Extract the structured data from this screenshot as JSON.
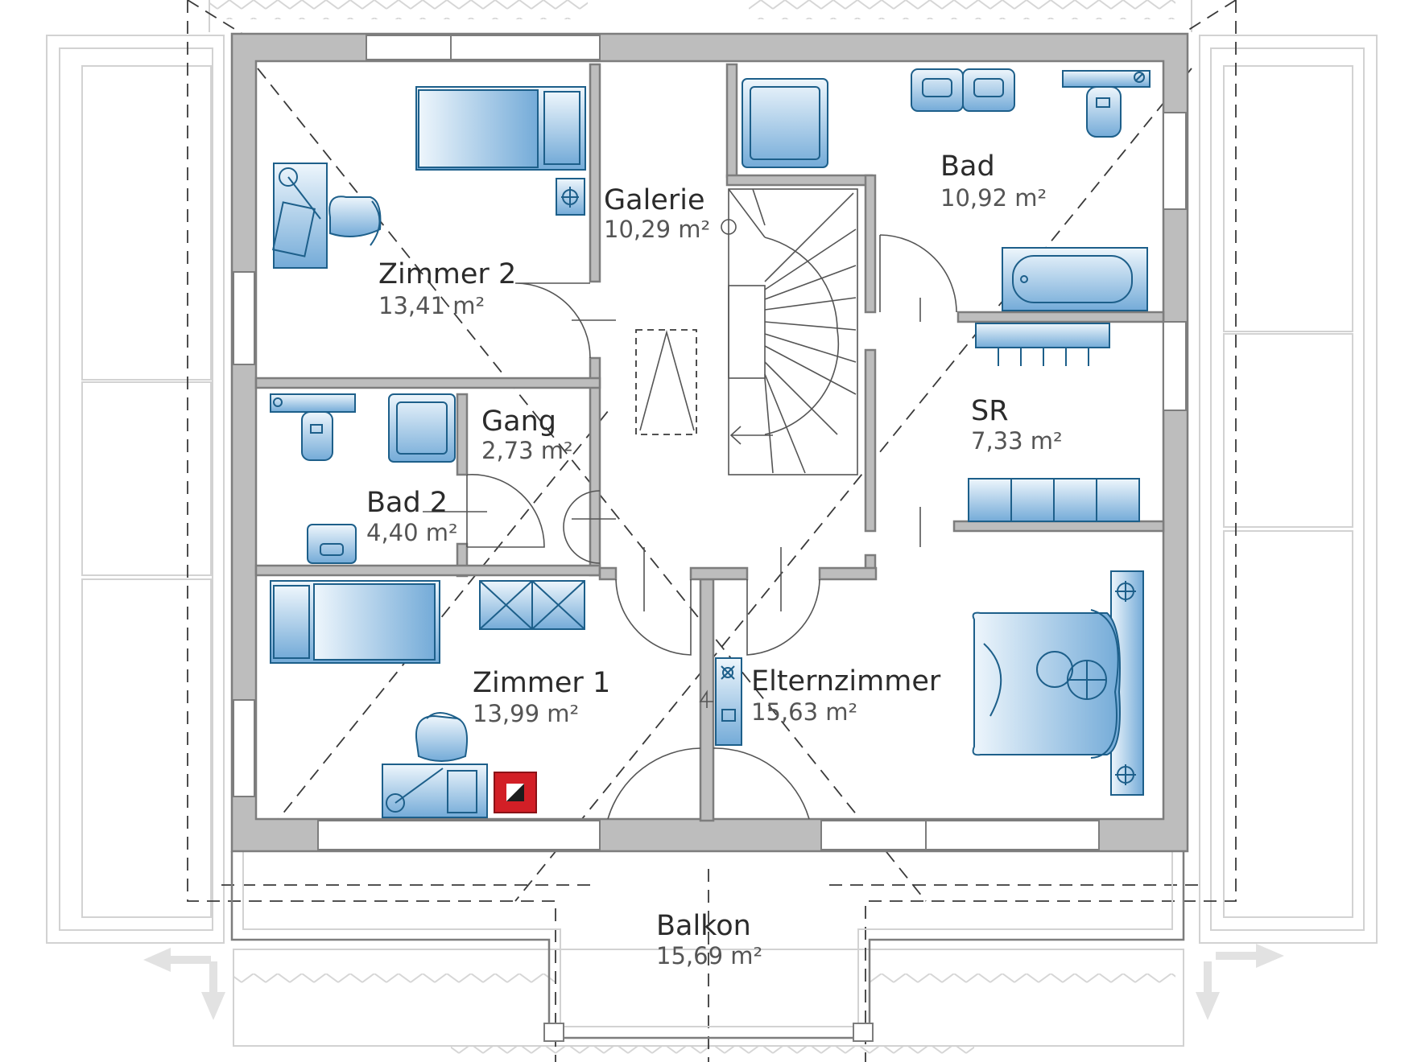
{
  "colors": {
    "wall": "#bdbdbd",
    "wall_outline": "#7d7d7d",
    "furniture_light": "#e8f2fb",
    "furniture_dark": "#6fa8d6",
    "furniture_outline": "#1d5f8a",
    "smoke_detector": "#d21f26",
    "ghost_lines": "#d2d2d2"
  },
  "rooms": [
    {
      "id": "zimmer2",
      "name": "Zimmer 2",
      "area": "13,41 m²"
    },
    {
      "id": "galerie",
      "name": "Galerie",
      "area": "10,29 m²"
    },
    {
      "id": "bad",
      "name": "Bad",
      "area": "10,92 m²"
    },
    {
      "id": "gang",
      "name": "Gang",
      "area": "2,73 m²"
    },
    {
      "id": "sr",
      "name": "SR",
      "area": "7,33 m²"
    },
    {
      "id": "bad2",
      "name": "Bad 2",
      "area": "4,40 m²"
    },
    {
      "id": "zimmer1",
      "name": "Zimmer 1",
      "area": "13,99 m²"
    },
    {
      "id": "elternzimmer",
      "name": "Elternzimmer",
      "area": "15,63 m²"
    },
    {
      "id": "balkon",
      "name": "Balkon",
      "area": "15,69 m²"
    }
  ],
  "icons": [
    "bed-icon",
    "desk-icon",
    "chair-icon",
    "toilet-icon",
    "sink-icon",
    "shower-icon",
    "bathtub-icon",
    "wardrobe-icon",
    "staircase-icon",
    "smoke-detector-icon",
    "socket-icon",
    "arrow-icon"
  ]
}
